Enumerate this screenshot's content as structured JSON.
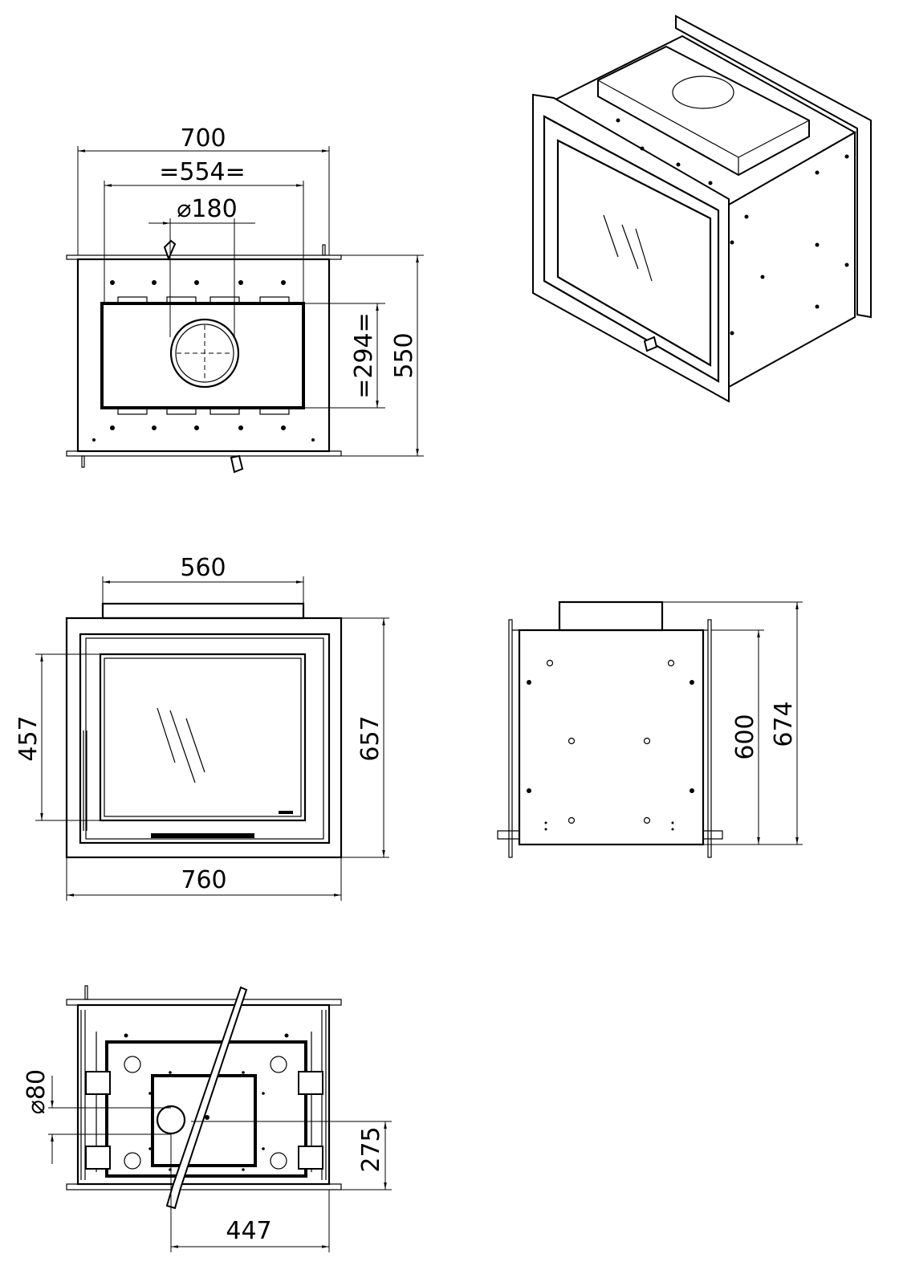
{
  "drawing": {
    "top_view": {
      "width_overall": "700",
      "flue_spacing": "=554=",
      "flue_diameter": "⌀180",
      "flue_depth": "=294=",
      "depth_overall": "550"
    },
    "front_view": {
      "top_box_width": "560",
      "glass_height": "457",
      "frame_height": "657",
      "frame_width": "760"
    },
    "side_view": {
      "body_height": "600",
      "overall_height": "674"
    },
    "bottom_view": {
      "air_inlet_diameter": "⌀80",
      "air_inlet_offset_depth": "275",
      "air_inlet_offset_width": "447"
    },
    "perspective_view": {}
  }
}
